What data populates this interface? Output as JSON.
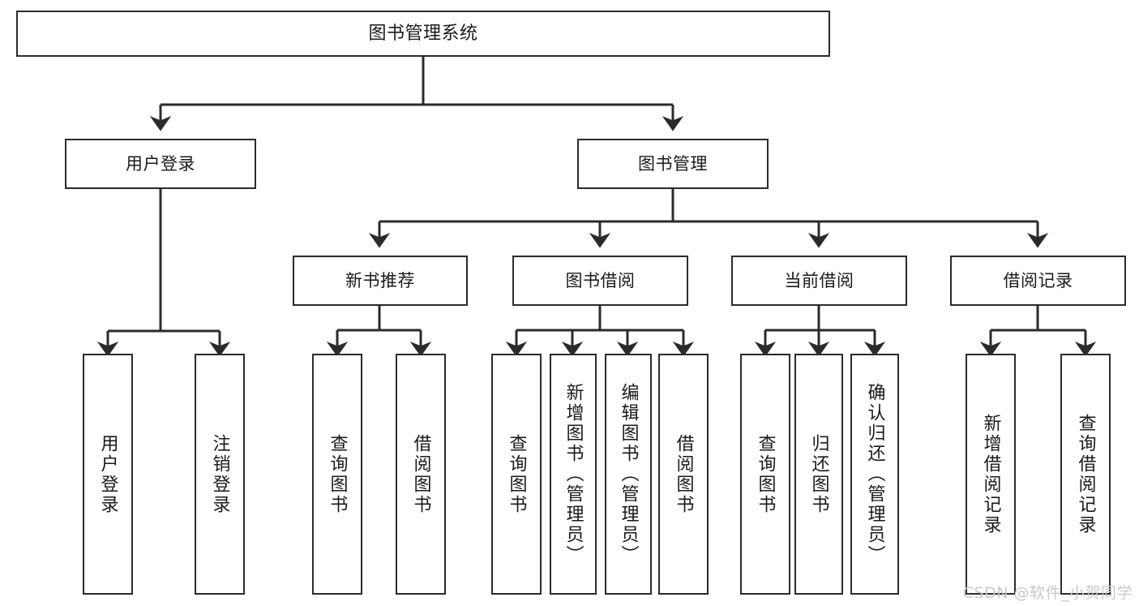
{
  "diagram": {
    "type": "tree",
    "title": "图书管理系统",
    "orientation": "top-down",
    "line_color": "#2b2b2b",
    "box_fill": "#ffffff",
    "text_color": "#1a1a1a"
  },
  "nodes": {
    "root": {
      "label": "图书管理系统",
      "level": 1
    },
    "l2": [
      {
        "id": "user-login",
        "label": "用户登录"
      },
      {
        "id": "book-manage",
        "label": "图书管理"
      }
    ],
    "l3": [
      {
        "id": "new-book-recommend",
        "label": "新书推荐"
      },
      {
        "id": "book-borrow",
        "label": "图书借阅"
      },
      {
        "id": "current-borrow",
        "label": "当前借阅"
      },
      {
        "id": "borrow-record",
        "label": "借阅记录"
      }
    ],
    "leaves": {
      "user_login": [
        {
          "id": "leaf-user-login",
          "label": "用户登录"
        },
        {
          "id": "leaf-logout",
          "label": "注销登录"
        }
      ],
      "new_book_recommend": [
        {
          "id": "leaf-query-book-1",
          "label": "查询图书"
        },
        {
          "id": "leaf-borrow-book-1",
          "label": "借阅图书"
        }
      ],
      "book_borrow": [
        {
          "id": "leaf-query-book-2",
          "label": "查询图书"
        },
        {
          "id": "leaf-add-book",
          "label": "新增图书（管理员）"
        },
        {
          "id": "leaf-edit-book",
          "label": "编辑图书（管理员）"
        },
        {
          "id": "leaf-borrow-book-2",
          "label": "借阅图书"
        }
      ],
      "current_borrow": [
        {
          "id": "leaf-query-book-3",
          "label": "查询图书"
        },
        {
          "id": "leaf-return-book",
          "label": "归还图书"
        },
        {
          "id": "leaf-confirm-return",
          "label": "确认归还（管理员）"
        }
      ],
      "borrow_record": [
        {
          "id": "leaf-add-record",
          "label": "新增借阅记录"
        },
        {
          "id": "leaf-query-record",
          "label": "查询借阅记录"
        }
      ]
    }
  },
  "watermark": {
    "text": "CSDN @软件_小贺同学",
    "color": "#c9c9c9"
  }
}
